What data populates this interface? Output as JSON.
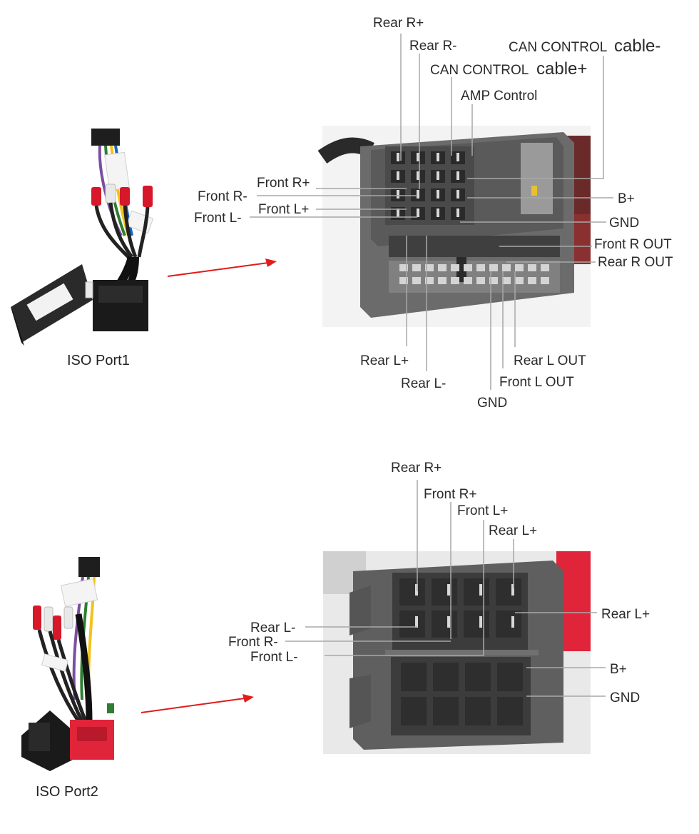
{
  "colors": {
    "lead_line": "#a8a8a8",
    "arrow": "#e01c1c",
    "connector_body": "#6b6b6b",
    "wire_red": "#d6182a",
    "plug_red": "#e0243a"
  },
  "ports": [
    {
      "id": "port1",
      "name": "ISO Port1",
      "labels": {
        "rear_r_plus": "Rear R+",
        "rear_r_minus": "Rear R-",
        "can_cable_minus_a": "CAN CONTROL",
        "can_cable_minus_b": "cable-",
        "can_cable_plus_a": "CAN CONTROL",
        "can_cable_plus_b": "cable+",
        "amp_control": "AMP Control",
        "front_r_plus": "Front R+",
        "front_r_minus": "Front R-",
        "front_l_plus": "Front L+",
        "front_l_minus": "Front L-",
        "b_plus": "B+",
        "gnd": "GND",
        "front_r_out": "Front R OUT",
        "rear_r_out": "Rear R OUT",
        "rear_l_plus": "Rear L+",
        "rear_l_minus": "Rear L-",
        "gnd_bottom": "GND",
        "front_l_out": "Front L OUT",
        "rear_l_out": "Rear L OUT"
      }
    },
    {
      "id": "port2",
      "name": "ISO Port2",
      "labels": {
        "rear_r_plus": "Rear R+",
        "front_r_plus": "Front R+",
        "front_l_plus": "Front L+",
        "rear_l_plus_top": "Rear L+",
        "rear_l_plus_right": "Rear L+",
        "rear_l_minus": "Rear L-",
        "front_r_minus": "Front R-",
        "front_l_minus": "Front L-",
        "b_plus": "B+",
        "gnd": "GND"
      }
    }
  ]
}
